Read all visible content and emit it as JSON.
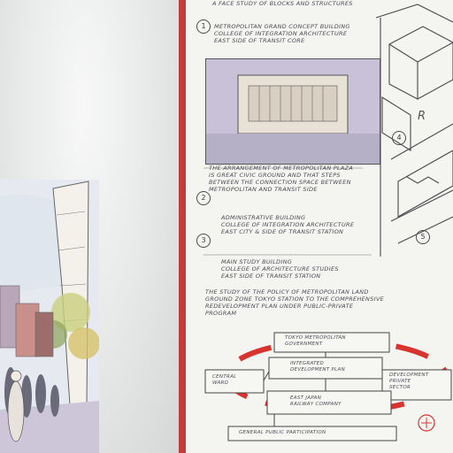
{
  "sheet": {
    "heading": "A FACE STUDY OF BLOCKS AND STRUCTURES",
    "steps": [
      {
        "num": "1",
        "text": "METROPOLITAN GRAND CONCEPT BUILDING\nCOLLEGE OF INTEGRATION ARCHITECTURE\nEAST SIDE OF TRANSIT CORE"
      },
      {
        "num": "2",
        "text": "THE ARRANGEMENT OF METROPOLITAN PLAZA\nIS GREAT CIVIC GROUND AND THAT STEPS\nBETWEEN THE CONNECTION SPACE BETWEEN\nMETROPOLITAN AND TRANSIT SIDE"
      },
      {
        "num": "3",
        "text": "ADMINISTRATIVE BUILDING\nCOLLEGE OF INTEGRATION ARCHITECTURE\nEAST CITY & SIDE OF TRANSIT STATION"
      }
    ],
    "step3b": "MAIN STUDY BUILDING\nCOLLEGE OF ARCHITECTURE STUDIES\nEAST SIDE OF TRANSIT STATION",
    "paragraph": "THE STUDY OF THE POLICY OF METROPOLITAN LAND\nGROUND ZONE TOKYO STATION TO THE COMPREHENSIVE\nREDEVELOPMENT PLAN UNDER PUBLIC-PRIVATE\nPROGRAM",
    "iso_labels": [
      "4",
      "5"
    ],
    "diagram": {
      "top": "TOKYO METROPOLITAN\nGOVERNMENT",
      "center": "INTEGRATED\nDEVELOPMENT PLAN",
      "left": "CENTRAL\nWARD",
      "right": "DEVELOPMENT\nPRIVATE\nSECTOR",
      "bottom": "EAST JAPAN\nRAILWAY COMPANY",
      "footer": "GENERAL PUBLIC PARTICIPATION",
      "accent": "#d8332f"
    }
  }
}
